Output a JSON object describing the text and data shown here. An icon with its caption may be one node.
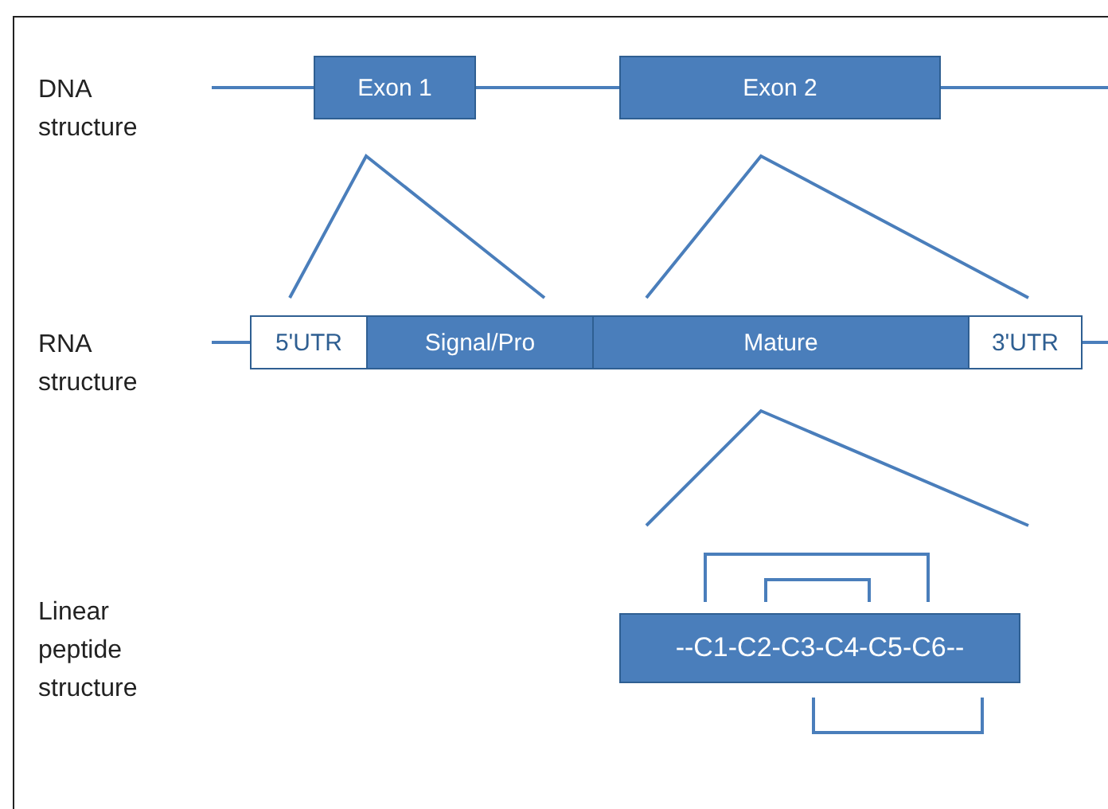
{
  "diagram": {
    "nodes": [
      {
        "text": [
          "Exon 1"
        ]
      },
      {
        "text": [
          "Exon 2"
        ]
      },
      {
        "text": [
          "5'UTR"
        ]
      },
      {
        "text": [
          "Signal/Pro"
        ]
      },
      {
        "text": [
          "Mature"
        ]
      },
      {
        "text": [
          "3'UTR"
        ]
      },
      {
        "text": [
          "--C1-C2-C3-C4-C5-C6--"
        ]
      }
    ],
    "edges": [],
    "labels": [
      "DNA structure",
      "RNA structure",
      "Linear peptide structure"
    ]
  }
}
